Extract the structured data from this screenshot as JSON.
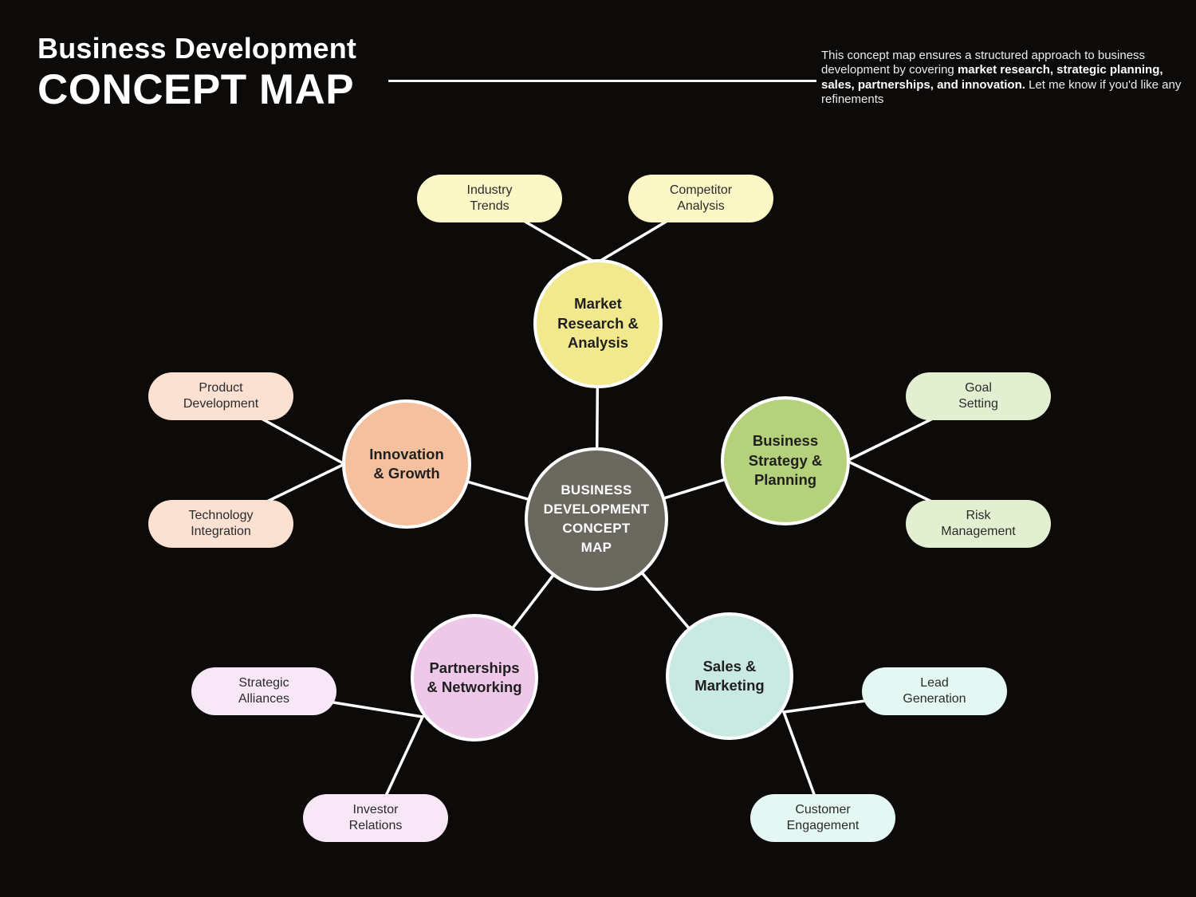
{
  "header": {
    "title_line1": "Business Development",
    "title_line2": "CONCEPT MAP",
    "description_part1": "This concept map ensures a structured approach to business development by covering ",
    "description_bold": "market research, strategic planning, sales, partnerships, and innovation.",
    "description_part2": " Let me know if you'd like any refinements"
  },
  "map": {
    "center": {
      "label": "BUSINESS\nDEVELOPMENT\nCONCEPT\nMAP",
      "color": "#6b6860"
    },
    "branches": [
      {
        "label": "Market\nResearch &\nAnalysis",
        "color": "#f2e98f",
        "children": [
          {
            "label": "Industry\nTrends",
            "color": "#fbf7c6"
          },
          {
            "label": "Competitor\nAnalysis",
            "color": "#fbf7c6"
          }
        ]
      },
      {
        "label": "Business\nStrategy &\nPlanning",
        "color": "#b5d17b",
        "children": [
          {
            "label": "Goal\nSetting",
            "color": "#e2efd0"
          },
          {
            "label": "Risk\nManagement",
            "color": "#e2efd0"
          }
        ]
      },
      {
        "label": "Innovation\n& Growth",
        "color": "#f4c09e",
        "children": [
          {
            "label": "Product\nDevelopment",
            "color": "#fae1d2"
          },
          {
            "label": "Technology\nIntegration",
            "color": "#fae1d2"
          }
        ]
      },
      {
        "label": "Partnerships\n& Networking",
        "color": "#edc8e9",
        "children": [
          {
            "label": "Strategic\nAlliances",
            "color": "#f8e8f7"
          },
          {
            "label": "Investor\nRelations",
            "color": "#f8e8f7"
          }
        ]
      },
      {
        "label": "Sales &\nMarketing",
        "color": "#c9eae2",
        "children": [
          {
            "label": "Lead\nGeneration",
            "color": "#e4f7f2"
          },
          {
            "label": "Customer\nEngagement",
            "color": "#e4f7f2"
          }
        ]
      }
    ]
  },
  "colors": {
    "background": "#0d0a0a",
    "connector_line": "#fdfdfd",
    "center_fill": "#6b6860",
    "text_dark": "#1f1f1f",
    "text_light": "#ffffff"
  }
}
